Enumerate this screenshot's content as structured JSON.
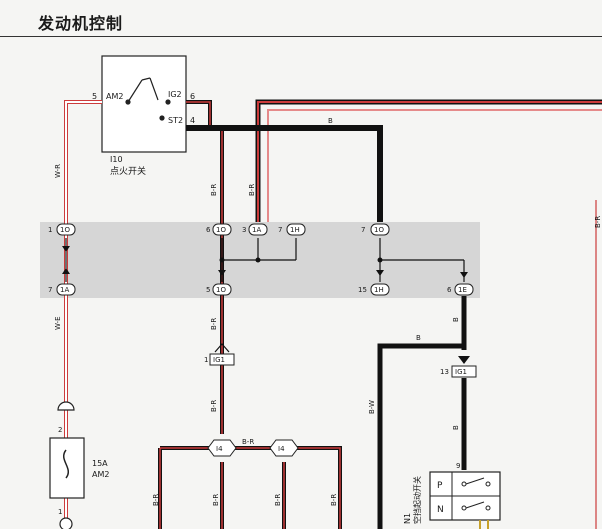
{
  "page": {
    "title": "发动机控制"
  },
  "ignition_switch": {
    "id": "I10",
    "name": "点火开关",
    "pins": [
      {
        "num": "5",
        "label": "AM2"
      },
      {
        "num": "6",
        "label": "IG2"
      },
      {
        "num": "4",
        "label": "ST2"
      }
    ]
  },
  "junction_connectors": [
    {
      "num": "1",
      "code": "1O"
    },
    {
      "num": "6",
      "code": "1O"
    },
    {
      "num": "3",
      "code": "1A"
    },
    {
      "num": "7",
      "code": "1H"
    },
    {
      "num": "7",
      "code": "1O"
    },
    {
      "num": "7",
      "code": "1A"
    },
    {
      "num": "5",
      "code": "1O"
    },
    {
      "num": "15",
      "code": "1H"
    },
    {
      "num": "6",
      "code": "1E"
    }
  ],
  "connectors": [
    {
      "num": "1",
      "code": "IG1"
    },
    {
      "num": "13",
      "code": "IG1"
    }
  ],
  "splices": [
    "I4",
    "I4"
  ],
  "fuse": {
    "rating": "15A",
    "name": "AM2",
    "pin_top": "2",
    "pin_bottom": "1"
  },
  "neutral_switch": {
    "id": "N1",
    "name": "空挡起动开关",
    "pin": "9",
    "positions": [
      "P",
      "N"
    ]
  },
  "wire_labels": {
    "w_r": "W-R",
    "b_r": "B-R",
    "b": "B",
    "b_w": "B-W",
    "b_r_edge": "B-R",
    "w_e": "W-E"
  }
}
